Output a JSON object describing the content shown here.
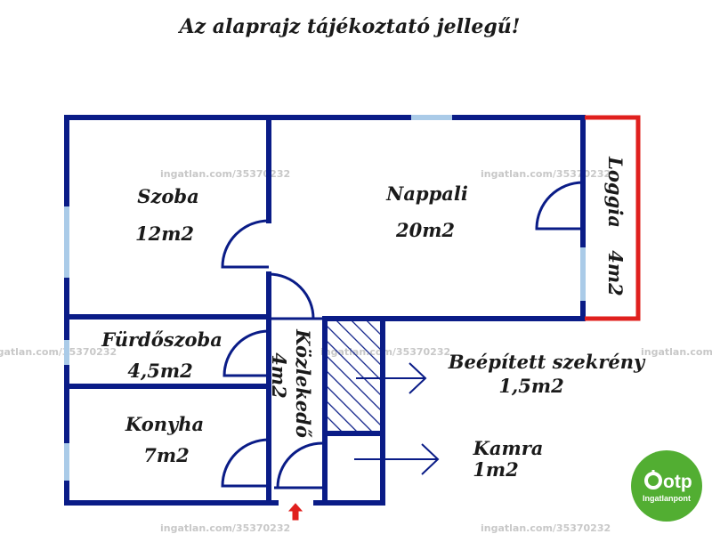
{
  "title": "Az alaprajz tájékoztató jellegű!",
  "rooms": {
    "szoba": {
      "name": "Szoba",
      "area": "12m2"
    },
    "nappali": {
      "name": "Nappali",
      "area": "20m2"
    },
    "loggia": {
      "name": "Loggia",
      "area": "4m2"
    },
    "furdoszoba": {
      "name": "Fürdőszoba",
      "area": "4,5m2"
    },
    "konyha": {
      "name": "Konyha",
      "area": "7m2"
    },
    "kozlekedo": {
      "name": "Közlekedő",
      "area": "4m2"
    },
    "szekreny": {
      "name": "Beépített szekrény",
      "area": "1,5m2"
    },
    "kamra": {
      "name": "Kamra",
      "area": "1m2"
    }
  },
  "watermark": "ingatlan.com/35370232",
  "logo": {
    "brand": "otp",
    "sub": "Ingatlanpont",
    "color": "#52ae32"
  },
  "colors": {
    "wall": "#0a1c87",
    "window": "#aacbe8",
    "loggia": "#e0201e",
    "entrance": "#e0201e"
  }
}
